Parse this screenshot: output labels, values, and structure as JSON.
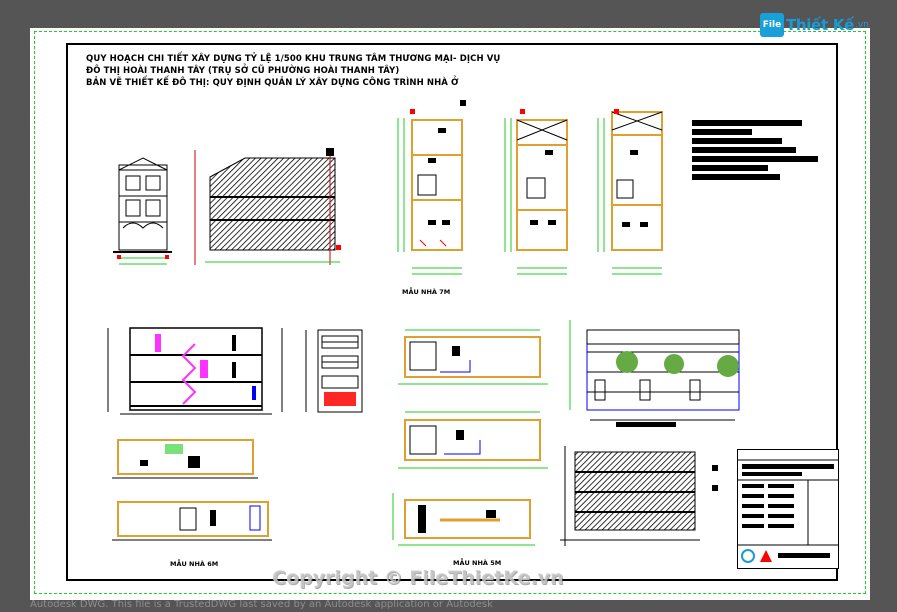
{
  "drawing": {
    "title_lines": [
      "QUY HOẠCH CHI TIẾT XÂY DỰNG TỶ LỆ 1/500 KHU TRUNG TÂM THƯƠNG MẠI- DỊCH VỤ",
      "ĐÔ THỊ HOÀI THANH TÂY (TRỤ SỞ CŨ PHƯỜNG HOÀI THANH TÂY)",
      "BẢN VẼ THIẾT KẾ ĐÔ THỊ: QUY ĐỊNH QUẢN LÝ XÂY DỰNG CÔNG TRÌNH NHÀ Ở"
    ],
    "labels": {
      "house_7m": "MẪU NHÀ 7M",
      "house_6m": "MẪU NHÀ 6M",
      "house_5m": "MẪU NHÀ 5M"
    }
  },
  "watermark": {
    "logo_mark": "File",
    "logo_name": "Thiết Kế",
    "logo_tld": ".vn",
    "copyright": "Copyright © FileThietKe.vn",
    "status": "Autodesk DWG.  This file is a TrustedDWG last saved by an Autodesk application or Autodesk"
  },
  "colors": {
    "background": "#555555",
    "sheet": "#ffffff",
    "frame": "#000000",
    "dim_green": "#22cc22",
    "wall_orange": "#e0a030",
    "stair_magenta": "#ff33ff",
    "accent_blue": "#1a9ad6"
  }
}
